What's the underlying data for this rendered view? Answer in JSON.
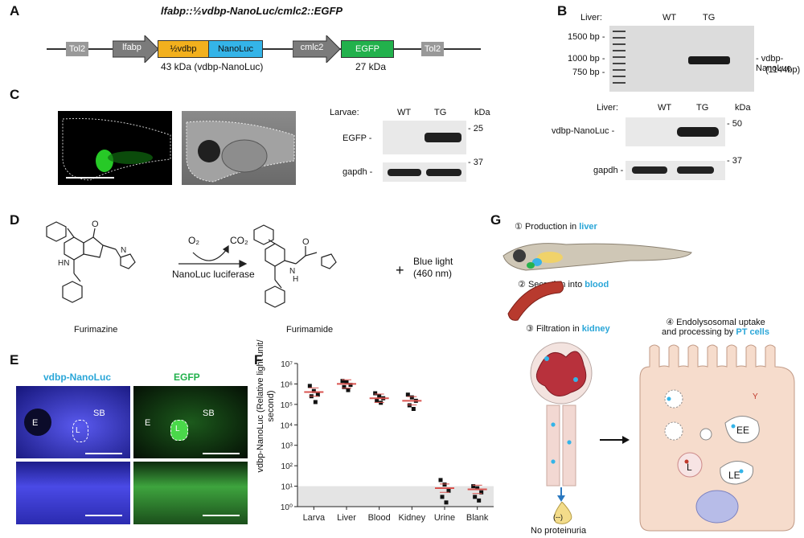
{
  "panel_labels": {
    "a": "A",
    "b": "B",
    "c": "C",
    "d": "D",
    "e": "E",
    "f": "F",
    "g": "G"
  },
  "panel_a": {
    "title": "lfabp::½vdbp-NanoLuc/cmlc2::EGFP",
    "boxes": [
      "Tol2",
      "lfabp",
      "½vdbp",
      "NanoLuc",
      "cmlc2",
      "EGFP",
      "Tol2"
    ],
    "mass1": "43 kDa (vdbp-NanoLuc)",
    "mass2": "27 kDa"
  },
  "panel_b": {
    "liver": "Liver:",
    "wt": "WT",
    "tg": "TG",
    "ladder": [
      "1500 bp -",
      "1000 bp -",
      "750 bp -"
    ],
    "band": "- vdbp-NanoLuc",
    "band_size": "(1144bp)",
    "wb_liver": "Liver:",
    "kda": "kDa",
    "wb_row1": "vdbp-NanoLuc -",
    "wb_row2": "gapdh -",
    "mw1": "- 50",
    "mw2": "- 37"
  },
  "panel_c": {
    "larvae": "Larvae:",
    "wt": "WT",
    "tg": "TG",
    "kda": "kDa",
    "row1": "EGFP -",
    "row2": "gapdh -",
    "mw1": "- 25",
    "mw2": "- 37"
  },
  "panel_d": {
    "o2": "O₂",
    "co2": "CO₂",
    "enzyme": "NanoLuc luciferase",
    "plus": "+",
    "light1": "Blue light",
    "light2": "(460 nm)",
    "sub": "Furimazine",
    "prod": "Furimamide",
    "atoms": {
      "o": "O",
      "n": "N",
      "hn": "HN",
      "h": "H"
    }
  },
  "panel_e": {
    "ch1": "vdbp-NanoLuc",
    "ch2": "EGFP",
    "e": "E",
    "sb": "SB",
    "l": "L"
  },
  "panel_g": {
    "s1_num": "①",
    "s1_text": "Production in ",
    "s1_hl": "liver",
    "s2_num": "②",
    "s2_text": "Secretion into ",
    "s2_hl": "blood",
    "s3_num": "③",
    "s3_text": "Filtration in ",
    "s3_hl": "kidney",
    "s4_num": "④",
    "s4_line1": "Endolysosomal uptake",
    "s4_text": "and processing by ",
    "s4_hl": "PT cells",
    "no_prot": "No proteinuria",
    "urine": "(--)",
    "ee": "EE",
    "le": "LE",
    "l": "L",
    "y": "Y"
  },
  "colors": {
    "nanoluc_blue": "#34b4e8",
    "egfp_green": "#22b14c",
    "vdbp_yellow": "#f2b01e",
    "highlight": "#2aa6d8",
    "blue_fluor": "#3a3ad8",
    "green_fluor": "#1faa2a"
  },
  "chart_data": {
    "type": "scatter",
    "ylabel": "vdbp-NanoLuc (Relative light unit/ second)",
    "yscale": "log",
    "ylim": [
      1,
      10000000
    ],
    "yticks": [
      1,
      10,
      100,
      1000,
      10000,
      100000,
      1000000,
      10000000
    ],
    "ytick_labels": [
      "10⁰",
      "10¹",
      "10²",
      "10³",
      "10⁴",
      "10⁵",
      "10⁶",
      "10⁷"
    ],
    "background_threshold": 10,
    "categories": [
      "Larva",
      "Liver",
      "Blood",
      "Kidney",
      "Urine",
      "Blank"
    ],
    "means": [
      400000,
      1000000,
      200000,
      150000,
      8,
      7
    ],
    "points": [
      [
        800000,
        450000,
        300000,
        250000,
        130000
      ],
      [
        1400000,
        1200000,
        900000,
        700000,
        500000
      ],
      [
        350000,
        250000,
        200000,
        150000,
        120000
      ],
      [
        300000,
        220000,
        150000,
        90000,
        60000
      ],
      [
        20,
        12,
        6,
        3,
        1.6
      ],
      [
        10,
        8,
        5,
        3,
        2
      ]
    ]
  }
}
